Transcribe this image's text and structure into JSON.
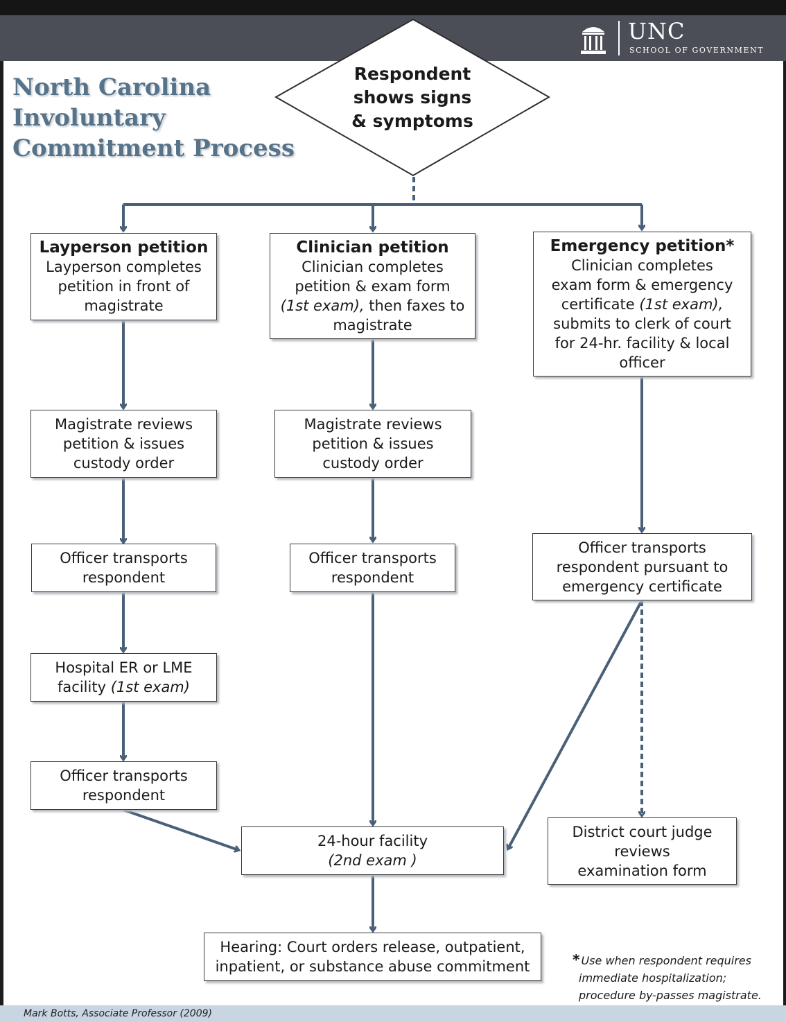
{
  "header": {
    "logo_text": "UNC",
    "logo_subtext": "SCHOOL OF GOVERNMENT"
  },
  "title": {
    "line1": "North Carolina",
    "line2": "Involuntary",
    "line3": "Commitment Process"
  },
  "start": {
    "line1": "Respondent",
    "line2": "shows signs",
    "line3": "& symptoms"
  },
  "layperson": {
    "petition": {
      "title": "Layperson petition",
      "line1": "Layperson completes",
      "line2": "petition in front of",
      "line3": "magistrate"
    },
    "magistrate": {
      "line1": "Magistrate reviews",
      "line2": "petition & issues",
      "line3": "custody order"
    },
    "transport1": {
      "line1": "Officer transports",
      "line2": "respondent"
    },
    "hospital": {
      "line1": "Hospital ER or LME",
      "line2_text": "facility ",
      "line2_italic": "(1st exam)"
    },
    "transport2": {
      "line1": "Officer transports",
      "line2": "respondent"
    }
  },
  "clinician": {
    "petition": {
      "title": "Clinician petition",
      "line1": "Clinician completes",
      "line2": "petition & exam form",
      "line3_italic": "(1st exam),",
      "line3_text": " then faxes to",
      "line4": "magistrate"
    },
    "magistrate": {
      "line1": "Magistrate reviews",
      "line2": "petition & issues",
      "line3": "custody order"
    },
    "transport": {
      "line1": "Officer transports",
      "line2": "respondent"
    }
  },
  "emergency": {
    "petition": {
      "title": "Emergency petition*",
      "line1": "Clinician completes",
      "line2": "exam form & emergency",
      "line3_text": "certificate ",
      "line3_italic": "(1st exam),",
      "line4": "submits to clerk of  court",
      "line5": "for 24-hr. facility & local",
      "line6": "officer"
    },
    "transport": {
      "line1": "Officer transports",
      "line2": "respondent pursuant to",
      "line3": "emergency certificate"
    },
    "judge": {
      "line1": "District court judge",
      "line2": "reviews",
      "line3": "examination form"
    }
  },
  "facility": {
    "line1": "24-hour facility",
    "line2_italic": "(2nd exam )"
  },
  "hearing": {
    "line1": "Hearing:  Court orders release, outpatient,",
    "line2": "inpatient, or substance abuse commitment"
  },
  "footnote": {
    "star": "*",
    "line1": "Use when respondent  requires",
    "line2": "immediate hospitalization;",
    "line3": "procedure by-passes magistrate."
  },
  "footer": {
    "credit": "Mark Botts, Associate Professor (2009)"
  },
  "colors": {
    "connector": "#4a6078",
    "title": "#57738a",
    "header": "#4b4e57"
  }
}
